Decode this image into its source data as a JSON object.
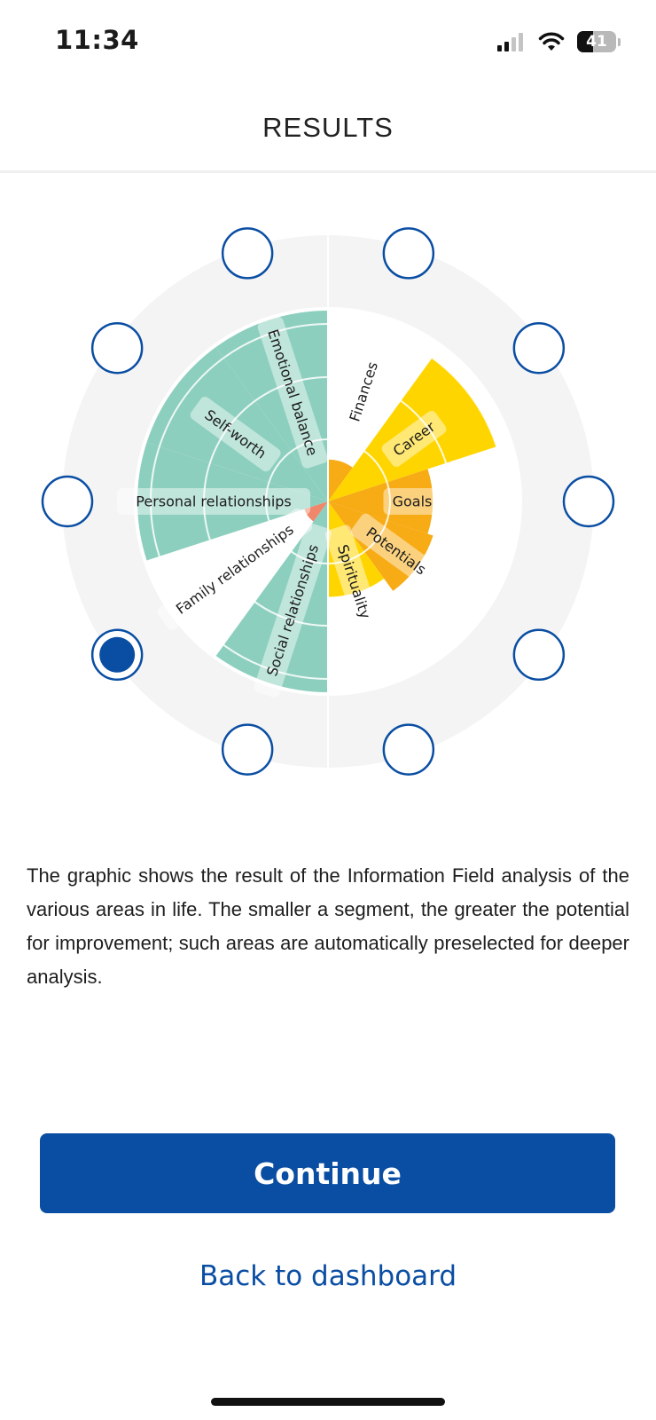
{
  "status_bar": {
    "time": "11:34",
    "battery": "41"
  },
  "header": {
    "title": "RESULTS"
  },
  "chart_data": {
    "type": "polar-area",
    "segments": [
      {
        "label": "Finances",
        "value": 0.22,
        "color": "#f7ab14"
      },
      {
        "label": "Career",
        "value": 0.93,
        "color": "#ffd500"
      },
      {
        "label": "Goals",
        "value": 0.55,
        "color": "#f7ab14"
      },
      {
        "label": "Potentials",
        "value": 0.58,
        "color": "#f7ab14"
      },
      {
        "label": "Spirituality",
        "value": 0.5,
        "color": "#ffd500"
      },
      {
        "label": "Social relationships",
        "value": 1.0,
        "color": "#8dcfbe"
      },
      {
        "label": "Family relationships",
        "value": 0.13,
        "color": "#f0876a"
      },
      {
        "label": "Personal relationships",
        "value": 1.0,
        "color": "#8dcfbe"
      },
      {
        "label": "Self-worth",
        "value": 1.0,
        "color": "#8dcfbe"
      },
      {
        "label": "Emotional balance",
        "value": 1.0,
        "color": "#8dcfbe"
      }
    ],
    "selector_positions": [
      {
        "selected": false
      },
      {
        "selected": false
      },
      {
        "selected": false
      },
      {
        "selected": false
      },
      {
        "selected": false
      },
      {
        "selected": false
      },
      {
        "selected": true
      },
      {
        "selected": false
      },
      {
        "selected": false
      },
      {
        "selected": false
      }
    ],
    "colors": {
      "selector_ring": "#0a4ea3",
      "background_disc": "#f4f4f4"
    }
  },
  "description": "The graphic shows the result of the Information Field analysis of the various areas in life. The smaller a segment, the greater the potential for improvement; such areas are automatically preselected for deeper analysis.",
  "actions": {
    "continue_label": "Continue",
    "back_label": "Back to dashboard"
  }
}
